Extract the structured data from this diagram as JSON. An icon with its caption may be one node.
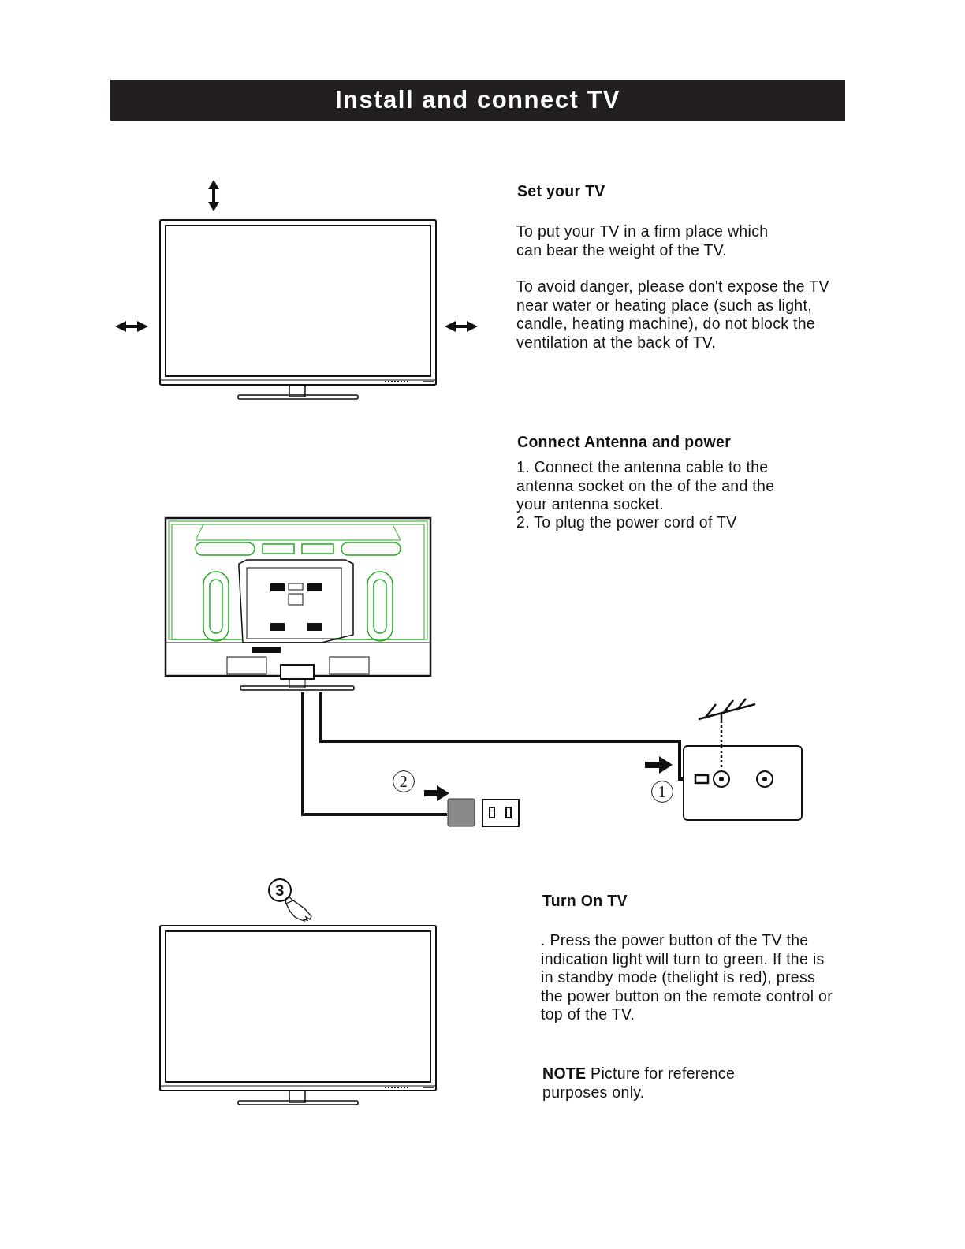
{
  "diagram": {
    "title": "Install and connect TV",
    "nodes": [
      {
        "text": [],
        "shape": "picture"
      },
      {
        "text": [],
        "shape": "box"
      },
      {
        "text": [],
        "shape": "box"
      },
      {
        "text": [],
        "shape": "picture"
      }
    ],
    "edges": [
      {
        "from": 0,
        "to": 1,
        "arrow": "none"
      },
      {
        "from": 0,
        "to": 2,
        "arrow": "none"
      },
      {
        "from": 3,
        "to": 2,
        "arrow": "none",
        "style": "dashed"
      }
    ],
    "labels": [
      "Set your TV",
      "To put your TV in a firm place which can bear the weight of the TV.",
      "To avoid danger, please don't expose the TV near water or heating place (such as light, candle, heating machine), do not block the ventilation at the back of TV.",
      "Connect Antenna and power",
      "1. Connect the antenna cable to the antenna socket on the of the and the your antenna socket.",
      "2. To plug the power cord of TV",
      "2",
      "1",
      "3",
      "Turn On TV",
      ". Press the power button of the TV the indication light will turn to green. If the is in standby mode (thelight is red), press the power button on the remote control or top of the TV.",
      "**NOTE** Picture for reference purposes only."
    ]
  }
}
